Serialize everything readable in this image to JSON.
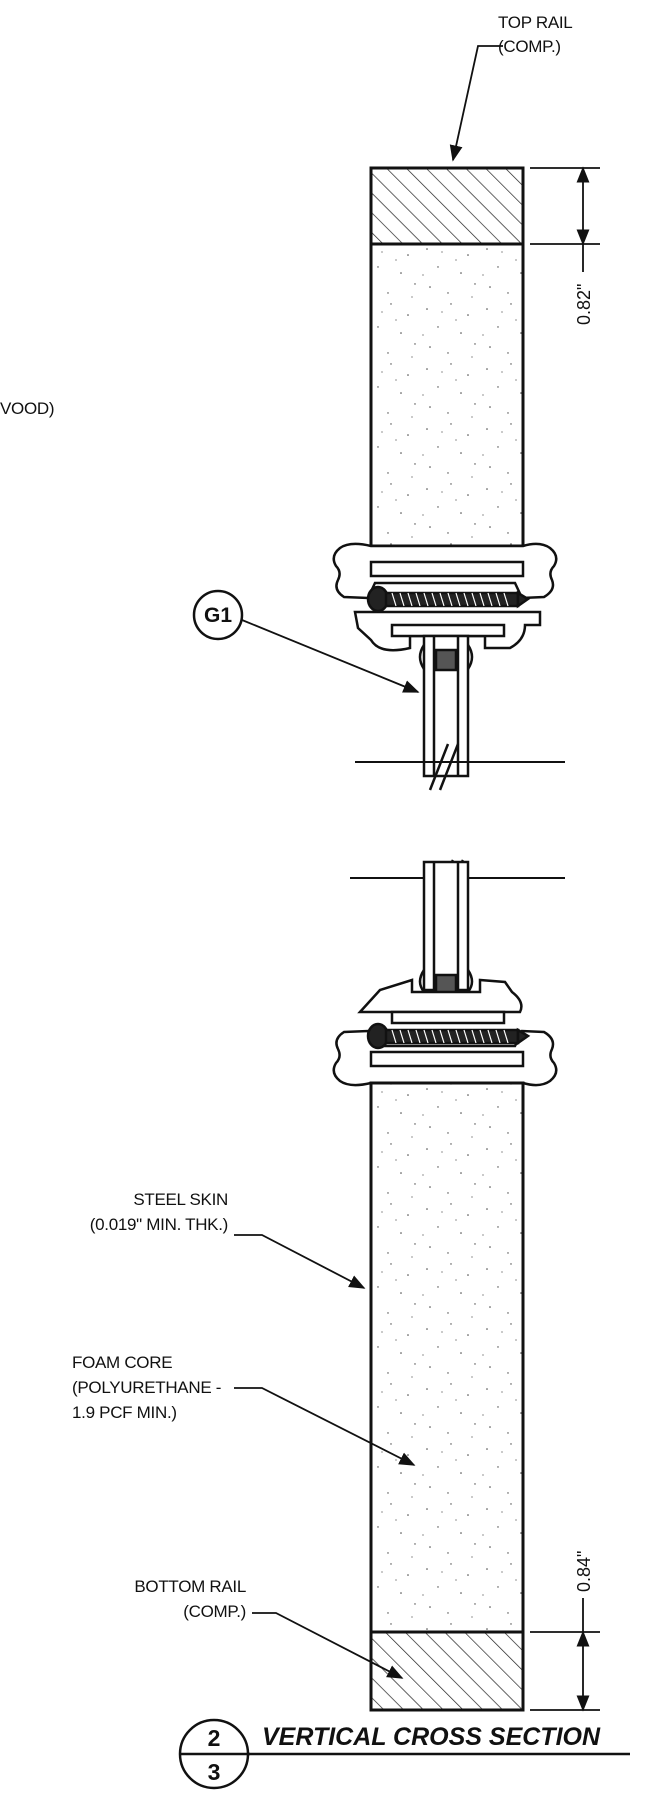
{
  "labels": {
    "top_rail_line1": "TOP RAIL",
    "top_rail_line2": "(COMP.)",
    "wood_fragment": "VOOD)",
    "steel_skin_line1": "STEEL SKIN",
    "steel_skin_line2": "(0.019\" MIN. THK.)",
    "foam_core_line1": "FOAM CORE",
    "foam_core_line2": "(POLYURETHANE -",
    "foam_core_line3": "1.9 PCF MIN.)",
    "bottom_rail_line1": "BOTTOM RAIL",
    "bottom_rail_line2": "(COMP.)"
  },
  "dimensions": {
    "top": "0.82\"",
    "bottom": "0.84\""
  },
  "callout": {
    "tag": "G1"
  },
  "section": {
    "number": "2",
    "sheet": "3",
    "title": "VERTICAL CROSS SECTION"
  }
}
